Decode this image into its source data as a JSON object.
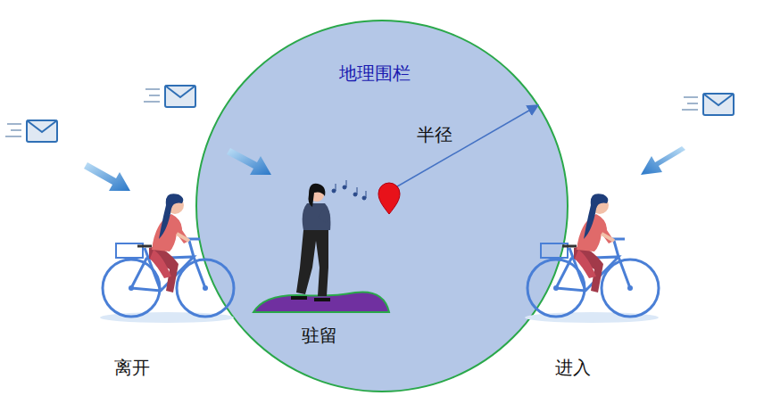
{
  "diagram": {
    "nodes": [
      {
        "text": [
          "地理围栏"
        ]
      }
    ],
    "labels": [
      "半径",
      "驻留",
      "离开",
      "进入"
    ]
  }
}
